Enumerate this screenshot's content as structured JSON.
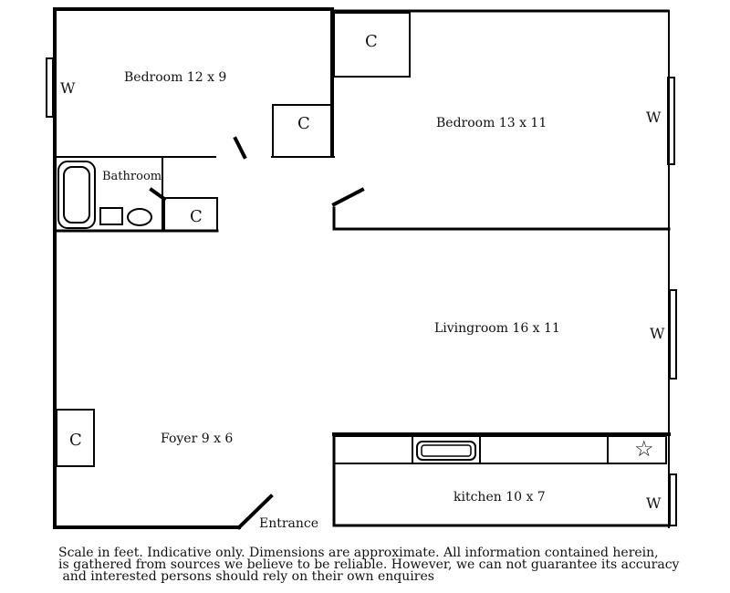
{
  "rooms": {
    "bedroom_left": "Bedroom 12 x 9",
    "bedroom_right": "Bedroom 13 x 11",
    "bathroom": "Bathroom",
    "livingroom": "Livingroom 16 x 11",
    "foyer": "Foyer  9 x 6",
    "kitchen": "kitchen 10 x 7",
    "entrance": "Entrance"
  },
  "markers": {
    "closet": "C",
    "window": "W",
    "star": "☆"
  },
  "disclaimer": [
    "Scale in feet. Indicative only. Dimensions are approximate. All information contained herein,",
    "is gathered from sources we believe to be reliable. However, we can not guarantee its accuracy",
    " and interested persons should rely on their own enquires"
  ]
}
